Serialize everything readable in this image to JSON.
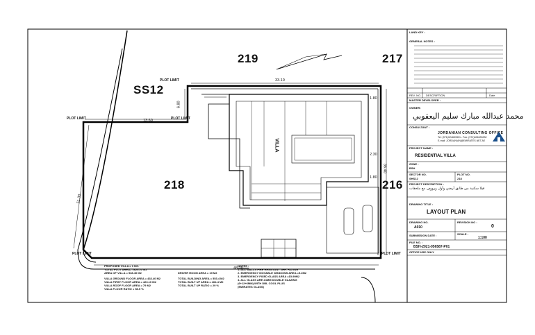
{
  "plots": {
    "north": "219",
    "north_east": "217",
    "site": "SS12",
    "west": "218",
    "east": "216"
  },
  "labels": {
    "plot_limit": "PLOT LIMIT",
    "villa": "VILLA"
  },
  "dimensions": {
    "top": "33.10",
    "left_top": "13.60",
    "vertical_left": "6.80",
    "side_left": "51.30",
    "bottom": "48.10",
    "right_a": "1.80",
    "right_b": "2.30",
    "right_c": "1.80",
    "right_d": "36.40"
  },
  "areas": {
    "lines": [
      "PROPOSED VILLA = 1 NO.",
      "TOTAL PLOT AREA= 1620.20 M2",
      "AREA OF VILLA = 538.40 M2",
      "",
      "VILLA GROUND FLOOR AREA = 433.40 M2",
      "VILLA FIRST FLOOR AREA = 423.10 M2",
      "VILLA ROOF FLOOR AREA = 79 M2",
      "VILLA FLOOR RATIO = 58.5 %"
    ],
    "mid": [
      "DRIVER ROOM AREA = 19 M2",
      "",
      "TOTAL BUILDING AREA = 553.4 M2",
      "TOTAL BUILT UP AREA = 464.4 M2",
      "TOTAL BUILT UP RATIO = 29 %"
    ]
  },
  "notes": {
    "title": "NOTES :",
    "items": [
      "1. ALL WALLS FIRE RESISTANT 2HR. RATING",
      "2. EMERGENCY MOVABLE WINDOWS AREA =5.2M2",
      "3. EMERGENCY FIXED GLASS AREA =15.90M2",
      "4. ALL GLASS ARE 24MM DOUBLE GLAZING",
      "(6+12+6MM) WITH DBL COOL PLUS",
      "(EMIRATES GLASS)"
    ]
  },
  "title_block": {
    "land_key": "LAND KEY :",
    "general_notes": "GENERAL NOTES :",
    "rev_no": "REV. NO.",
    "description": "DESCRIPTION",
    "date": "Date",
    "master_developer": "MASTER DEVELOPER :",
    "owner": "OWNER:",
    "owner_name": "محمد عبدالله مبارك سليم اليعقوبي",
    "consultant": "CONSULTANT :",
    "consultant_name": "JORDANIAN CONSULTING OFFICE",
    "consultant_contact_1": "Tel: (971)024633331 - Fax: (971)024633332",
    "consultant_contact_2": "E-mail: JORDANIAN@EMIRATES.NET.AE",
    "project_name_label": "PROJECT NAME :",
    "project_name": "RESIDENTIAL VILLA",
    "zone_label": "ZONE :",
    "zone": "BSH",
    "sector_label": "SECTOR NO.",
    "sector": "SHS12",
    "plot_label": "PLOT NO.",
    "plot": "218",
    "project_description_label": "PROJECT DESCRIPTION :",
    "project_description": "فيلا سكنية من طابق أرضي وأول ورووف مع ملحقات",
    "drawing_title_label": "DRAWING TITLE :",
    "drawing_title": "LAYOUT PLAN",
    "drawing_no_label": "DRAWING NO.",
    "drawing_no": "A010",
    "revision_no_label": "REVISION NO :",
    "revision_no": "0",
    "submission_date_label": "SUBMISSION DATE :",
    "scale_label": "SCALE :",
    "scale": "1:100",
    "file_no_label": "FILE NO. :",
    "file_no": "BSH-2021-056587-P01",
    "office_use": "OFFICE USE ONLY"
  },
  "colors": {
    "line": "#000000",
    "logo_blue": "#1a4f8a"
  }
}
